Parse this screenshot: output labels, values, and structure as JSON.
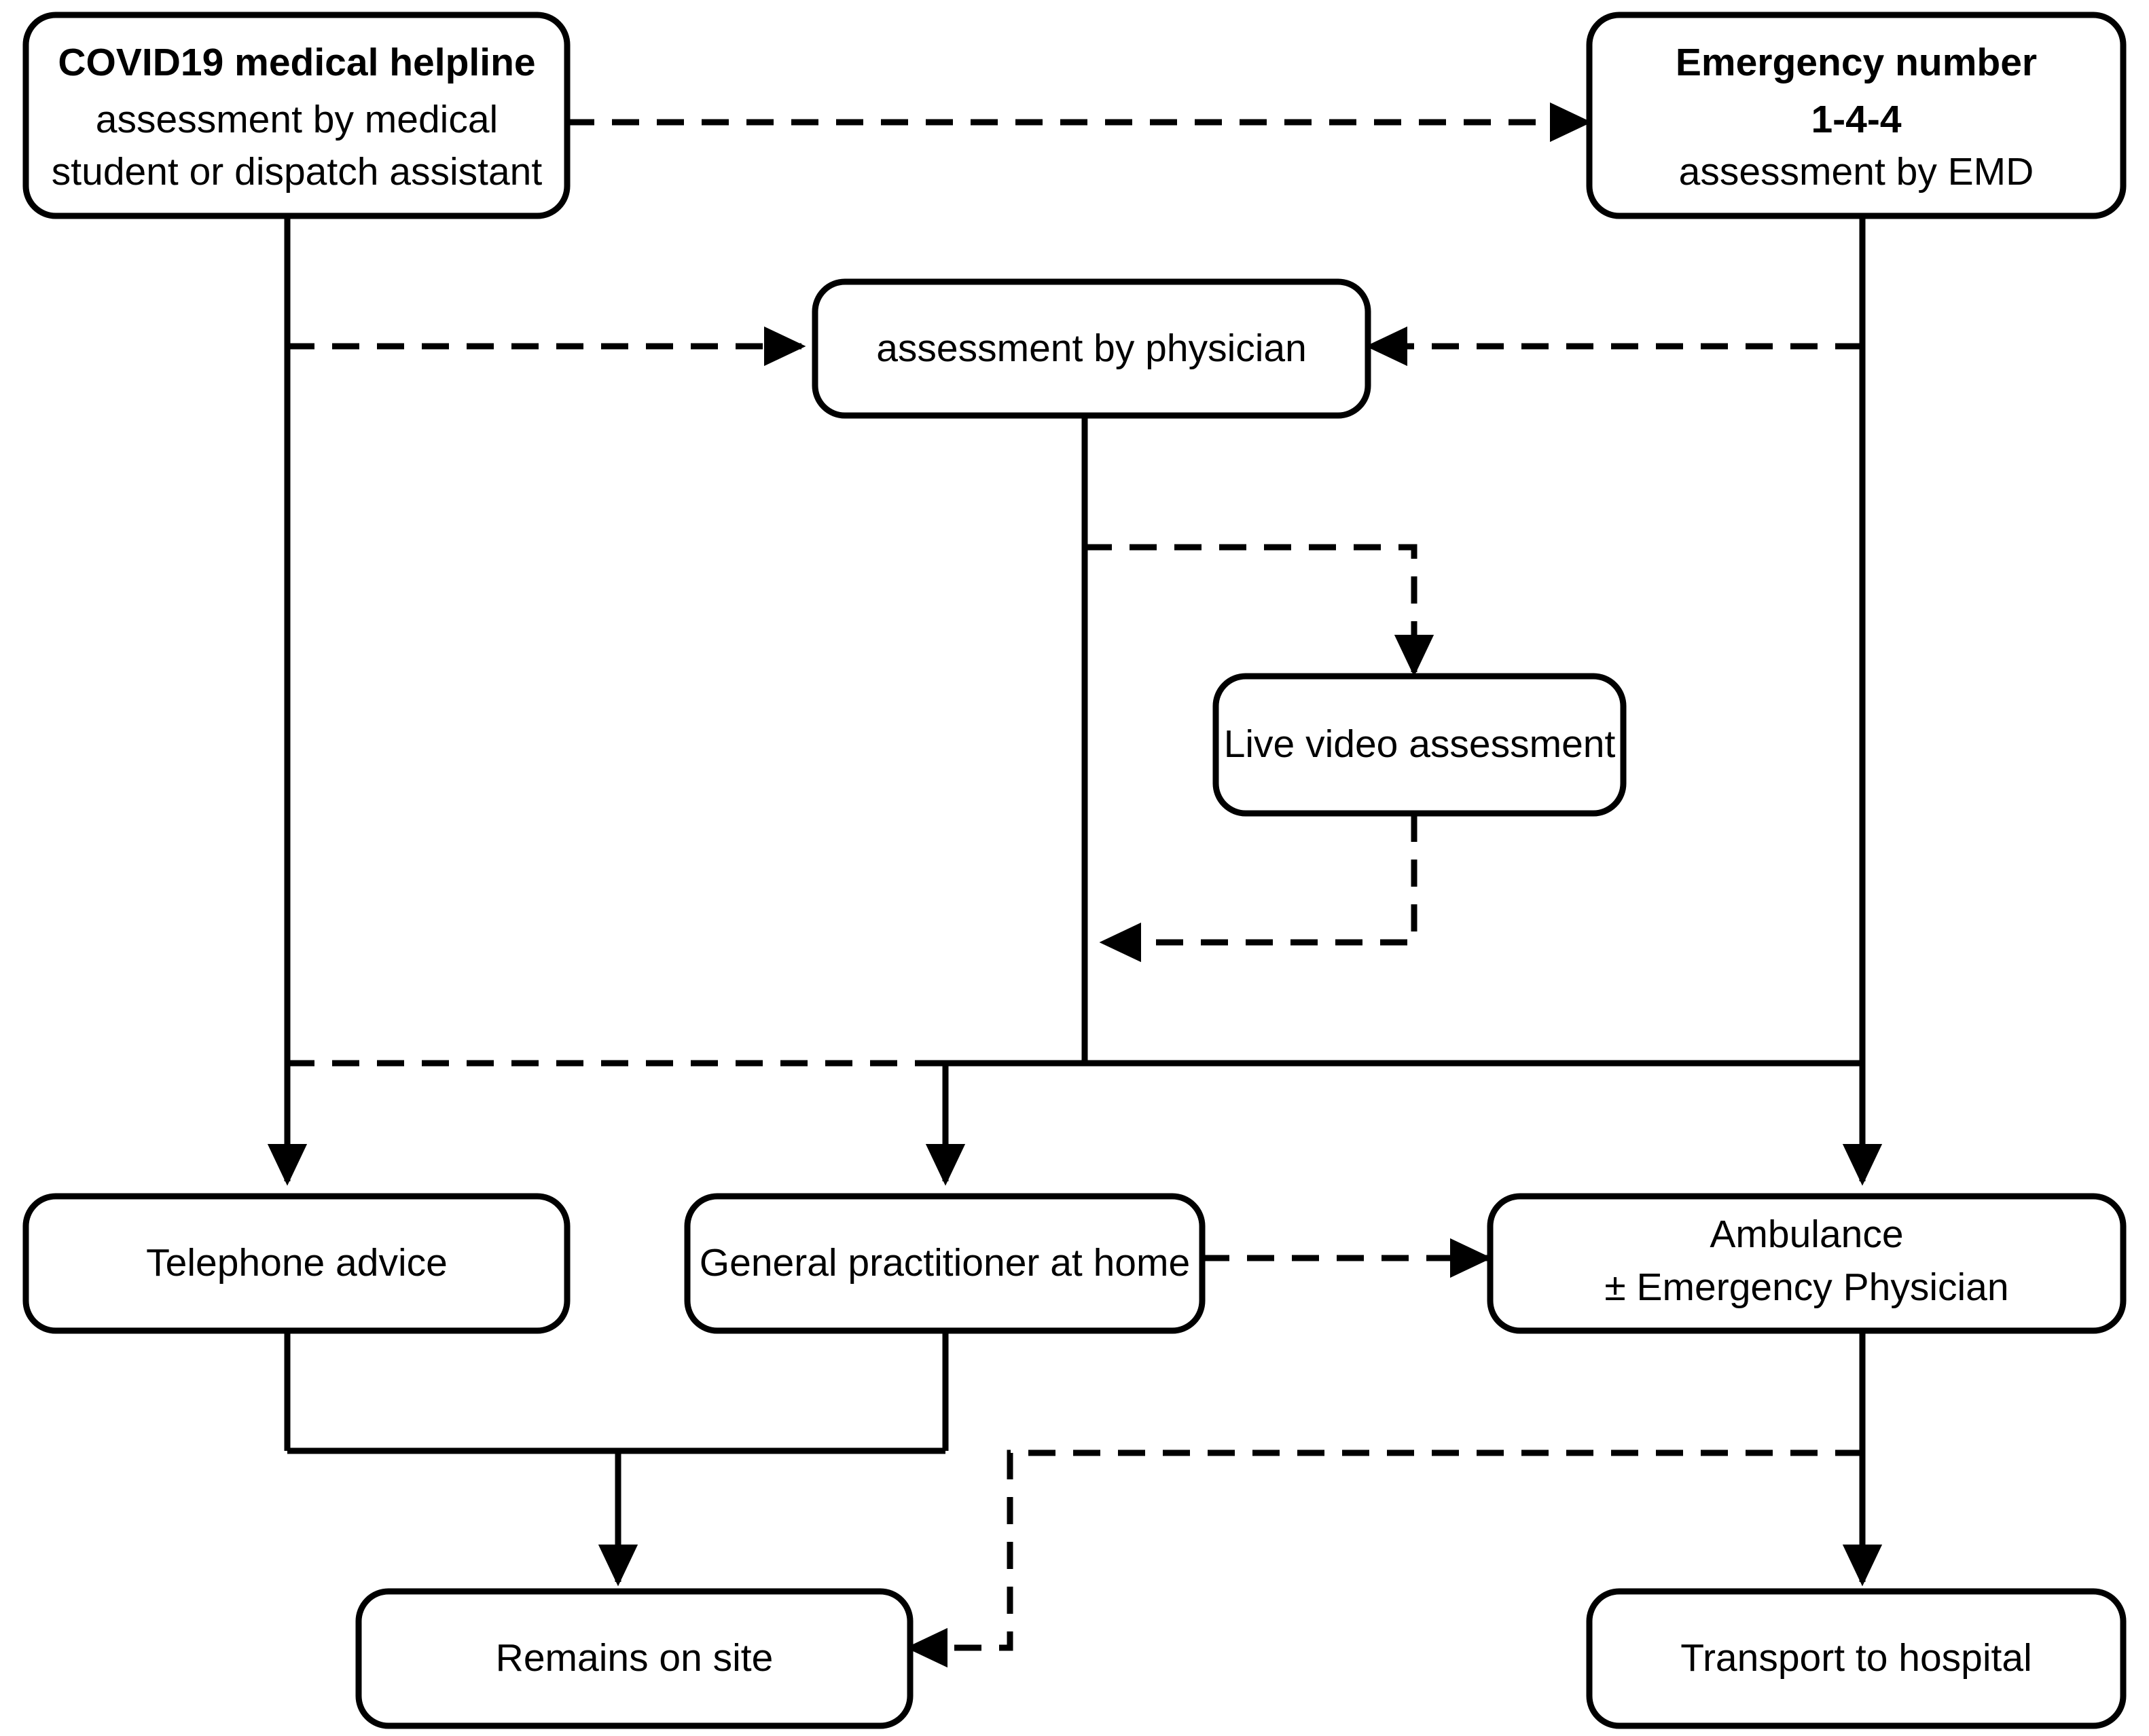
{
  "diagram": {
    "title": "COVID19 telephone triage pathway flowchart",
    "style": {
      "line_color": "#000000",
      "background": "#ffffff",
      "node_fill": "#ffffff"
    },
    "nodes": [
      {
        "id": "helpline",
        "name": "covid19-medical-helpline",
        "lines": [
          {
            "text": "COVID19 medical helpline",
            "bold": true
          },
          {
            "text": "assessment by medical",
            "bold": false
          },
          {
            "text": "student or dispatch assistant",
            "bold": false
          }
        ]
      },
      {
        "id": "emergency",
        "name": "emergency-number-144",
        "lines": [
          {
            "text": "Emergency number",
            "bold": true
          },
          {
            "text": "1-4-4",
            "bold": true
          },
          {
            "text": "assessment by EMD",
            "bold": false
          }
        ]
      },
      {
        "id": "physician",
        "name": "assessment-by-physician",
        "lines": [
          {
            "text": "assessment by physician",
            "bold": false
          }
        ]
      },
      {
        "id": "video",
        "name": "live-video-assessment",
        "lines": [
          {
            "text": "Live video assessment",
            "bold": false
          }
        ]
      },
      {
        "id": "telephone",
        "name": "telephone-advice",
        "lines": [
          {
            "text": "Telephone advice",
            "bold": false
          }
        ]
      },
      {
        "id": "gp",
        "name": "general-practitioner-at-home",
        "lines": [
          {
            "text": "General practitioner at home",
            "bold": false
          }
        ]
      },
      {
        "id": "ambulance",
        "name": "ambulance-emergency-physician",
        "lines": [
          {
            "text": "Ambulance",
            "bold": false
          },
          {
            "text": "± Emergency Physician",
            "bold": false
          }
        ]
      },
      {
        "id": "onsite",
        "name": "remains-on-site",
        "lines": [
          {
            "text": "Remains on site",
            "bold": false
          }
        ]
      },
      {
        "id": "hospital",
        "name": "transport-to-hospital",
        "lines": [
          {
            "text": "Transport to hospital",
            "bold": false
          }
        ]
      }
    ],
    "edges": [
      {
        "from": "helpline",
        "to": "emergency",
        "style": "dashed",
        "name": "helpline-to-emergency"
      },
      {
        "from": "helpline",
        "to": "physician",
        "style": "dashed",
        "name": "helpline-to-physician"
      },
      {
        "from": "emergency",
        "to": "physician",
        "style": "dashed",
        "name": "emergency-to-physician"
      },
      {
        "from": "physician",
        "to": "video",
        "style": "dashed",
        "name": "physician-to-video"
      },
      {
        "from": "video",
        "to": "physician",
        "style": "dashed",
        "name": "video-back-to-physician"
      },
      {
        "from": "helpline",
        "to": "telephone",
        "style": "solid",
        "name": "helpline-to-telephone-advice"
      },
      {
        "from": "helpline",
        "to": "gp",
        "style": "dashed",
        "name": "helpline-to-gp"
      },
      {
        "from": "physician",
        "to": "gp",
        "style": "solid",
        "name": "physician-to-gp"
      },
      {
        "from": "emergency",
        "to": "ambulance",
        "style": "solid",
        "name": "emergency-to-ambulance"
      },
      {
        "from": "gp",
        "to": "ambulance",
        "style": "dashed",
        "name": "gp-to-ambulance"
      },
      {
        "from": "telephone",
        "to": "onsite",
        "style": "solid",
        "name": "telephone-to-onsite"
      },
      {
        "from": "gp",
        "to": "onsite",
        "style": "solid",
        "name": "gp-to-onsite"
      },
      {
        "from": "ambulance",
        "to": "hospital",
        "style": "solid",
        "name": "ambulance-to-hospital"
      },
      {
        "from": "ambulance",
        "to": "onsite",
        "style": "dashed",
        "name": "ambulance-to-onsite"
      }
    ]
  }
}
